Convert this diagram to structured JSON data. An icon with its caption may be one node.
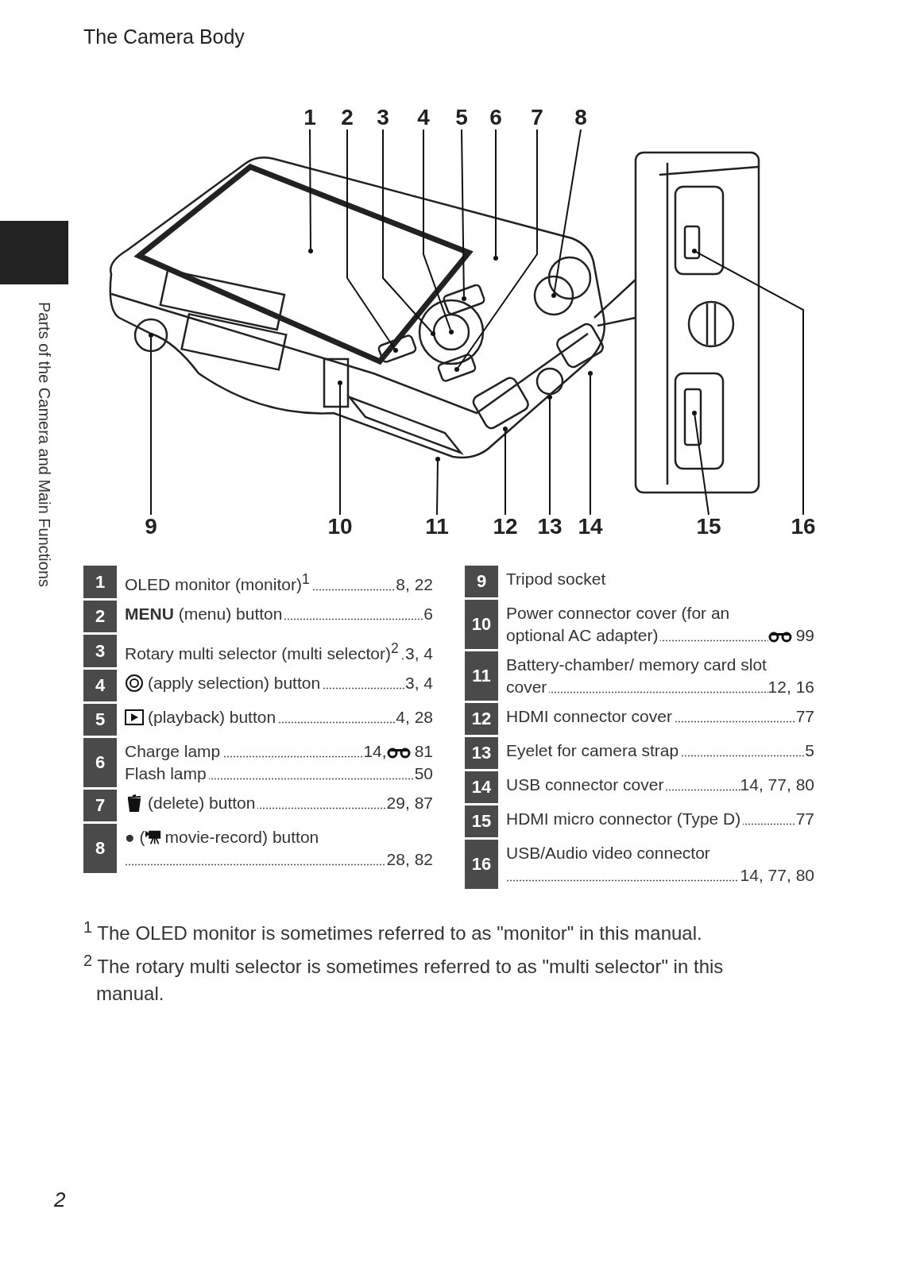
{
  "diagram": {
    "title": "The Camera Body",
    "nodes": [
      {
        "text": [
          "1"
        ]
      },
      {
        "text": [
          "2"
        ]
      },
      {
        "text": [
          "3"
        ]
      },
      {
        "text": [
          "4"
        ]
      },
      {
        "text": [
          "5"
        ]
      },
      {
        "text": [
          "6"
        ]
      },
      {
        "text": [
          "7"
        ]
      },
      {
        "text": [
          "8"
        ]
      },
      {
        "text": [
          "9"
        ]
      },
      {
        "text": [
          "10"
        ]
      },
      {
        "text": [
          "11"
        ]
      },
      {
        "text": [
          "12"
        ]
      },
      {
        "text": [
          "13"
        ]
      },
      {
        "text": [
          "14"
        ]
      },
      {
        "text": [
          "15"
        ]
      },
      {
        "text": [
          "16"
        ]
      },
      {
        "text": [],
        "shape": "circle"
      },
      {
        "text": [],
        "shape": "circle"
      },
      {
        "text": [],
        "shape": "circle"
      },
      {
        "text": [],
        "shape": "circle"
      },
      {
        "text": [],
        "shape": "circle"
      },
      {
        "text": [],
        "shape": "circle"
      },
      {
        "text": [],
        "shape": "circle"
      },
      {
        "text": [],
        "shape": "circle"
      },
      {
        "text": [],
        "shape": "circle"
      },
      {
        "text": [],
        "shape": "circle"
      },
      {
        "text": [],
        "shape": "circle"
      },
      {
        "text": [],
        "shape": "circle"
      },
      {
        "text": [],
        "shape": "circle"
      },
      {
        "text": [],
        "shape": "circle"
      },
      {
        "text": [],
        "shape": "circle"
      },
      {
        "text": [],
        "shape": "circle"
      },
      {
        "text": [],
        "shape": "box"
      }
    ],
    "edges": [
      {
        "from": 0,
        "to": 16,
        "arrow": "none"
      },
      {
        "from": 1,
        "to": 17,
        "arrow": "none"
      },
      {
        "from": 2,
        "to": 18,
        "arrow": "none"
      },
      {
        "from": 3,
        "to": 19,
        "arrow": "none"
      },
      {
        "from": 4,
        "to": 20,
        "arrow": "none"
      },
      {
        "from": 5,
        "to": 21,
        "arrow": "none"
      },
      {
        "from": 6,
        "to": 22,
        "arrow": "none"
      },
      {
        "from": 7,
        "to": 23,
        "arrow": "none"
      },
      {
        "from": 8,
        "to": 24,
        "arrow": "none"
      },
      {
        "from": 9,
        "to": 25,
        "arrow": "none"
      },
      {
        "from": 10,
        "to": 26,
        "arrow": "none"
      },
      {
        "from": 11,
        "to": 27,
        "arrow": "none"
      },
      {
        "from": 12,
        "to": 28,
        "arrow": "none"
      },
      {
        "from": 13,
        "to": 29,
        "arrow": "none"
      },
      {
        "from": 14,
        "to": 30,
        "arrow": "none"
      },
      {
        "from": 15,
        "to": 31,
        "arrow": "none"
      }
    ],
    "labels": [
      "1",
      "OLED monitor (monitor)$^{1}$",
      "8, 22",
      "2",
      "**MENU** (menu) button",
      "6",
      "3",
      "Rotary multi selector (multi selector)$^{2}$",
      "3, 4",
      "4",
      "(apply selection) button",
      "3, 4",
      "5",
      "(playback) button",
      "4, 28",
      "6",
      "Charge lamp",
      "14,",
      "81",
      "Flash lamp",
      "50",
      "7",
      "(delete) button",
      "29, 87",
      "8",
      "● (",
      "movie-record) button",
      "28, 82",
      "9",
      "Tripod socket",
      "10",
      "Power connector cover (for an optional AC adapter)",
      "99",
      "11",
      "Battery-chamber/ memory card slot cover",
      "12, 16",
      "12",
      "HDMI connector cover",
      "77",
      "13",
      "Eyelet for camera strap",
      "5",
      "14",
      "USB connector cover",
      "14, 77, 80",
      "15",
      "HDMI micro connector (Type D)",
      "77",
      "16",
      "USB/Audio video connector",
      "14, 77, 80",
      "$^{1}$ The OLED monitor is sometimes referred to as \"monitor\" in this manual.",
      "$^{2}$ The rotary multi selector is sometimes referred to as \"multi selector\" in this manual.",
      "Parts of the Camera and Main Functions",
      "2"
    ]
  }
}
